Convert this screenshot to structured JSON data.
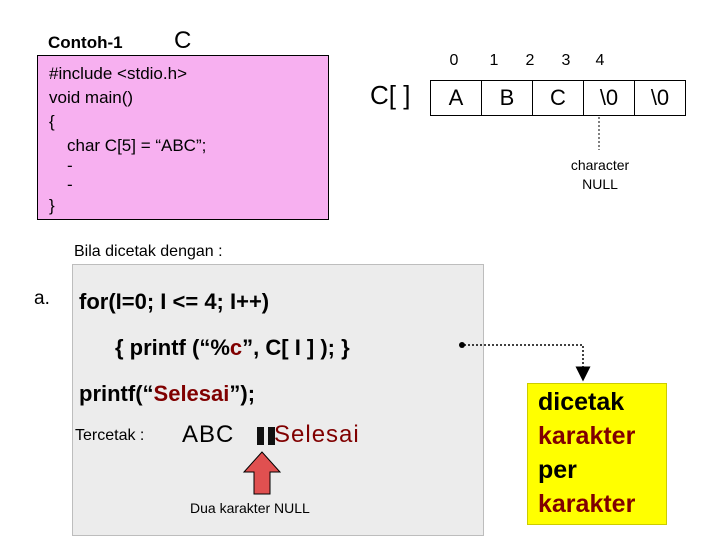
{
  "heading": {
    "example": "Contoh-1",
    "lang": "C"
  },
  "code": {
    "lines": [
      "#include <stdio.h>",
      "void main()",
      "{",
      "char C[5] = “ABC”;",
      "-",
      "-",
      "}"
    ]
  },
  "array": {
    "label": "C[ ]",
    "indices": [
      "0",
      "1",
      "2",
      "3",
      "4"
    ],
    "cells": [
      "A",
      "B",
      "C",
      "\\0",
      "\\0"
    ],
    "null_note": [
      "character",
      "NULL"
    ]
  },
  "print": {
    "intro": "Bila dicetak dengan :",
    "item": "a.",
    "loop": "for(I=0; I <= 4; I++)",
    "body_pre": "{ printf (“%",
    "body_fmt": "c",
    "body_post": "”, C[ I ] ); }",
    "stmt_pre": "printf(“",
    "stmt_str": "Selesai",
    "stmt_post": "”);",
    "output_label": "Tercetak :",
    "output_abc": "ABC",
    "output_rest": "Selesai",
    "null_note": "Dua karakter NULL"
  },
  "callout": {
    "lines": [
      "dicetak",
      "karakter",
      "per",
      "karakter"
    ]
  },
  "colors": {
    "code_box": "#f7b0f0",
    "loop_box": "#ececec",
    "callout": "#ffff00",
    "accent": "#800000",
    "arrow": "#e05050"
  }
}
